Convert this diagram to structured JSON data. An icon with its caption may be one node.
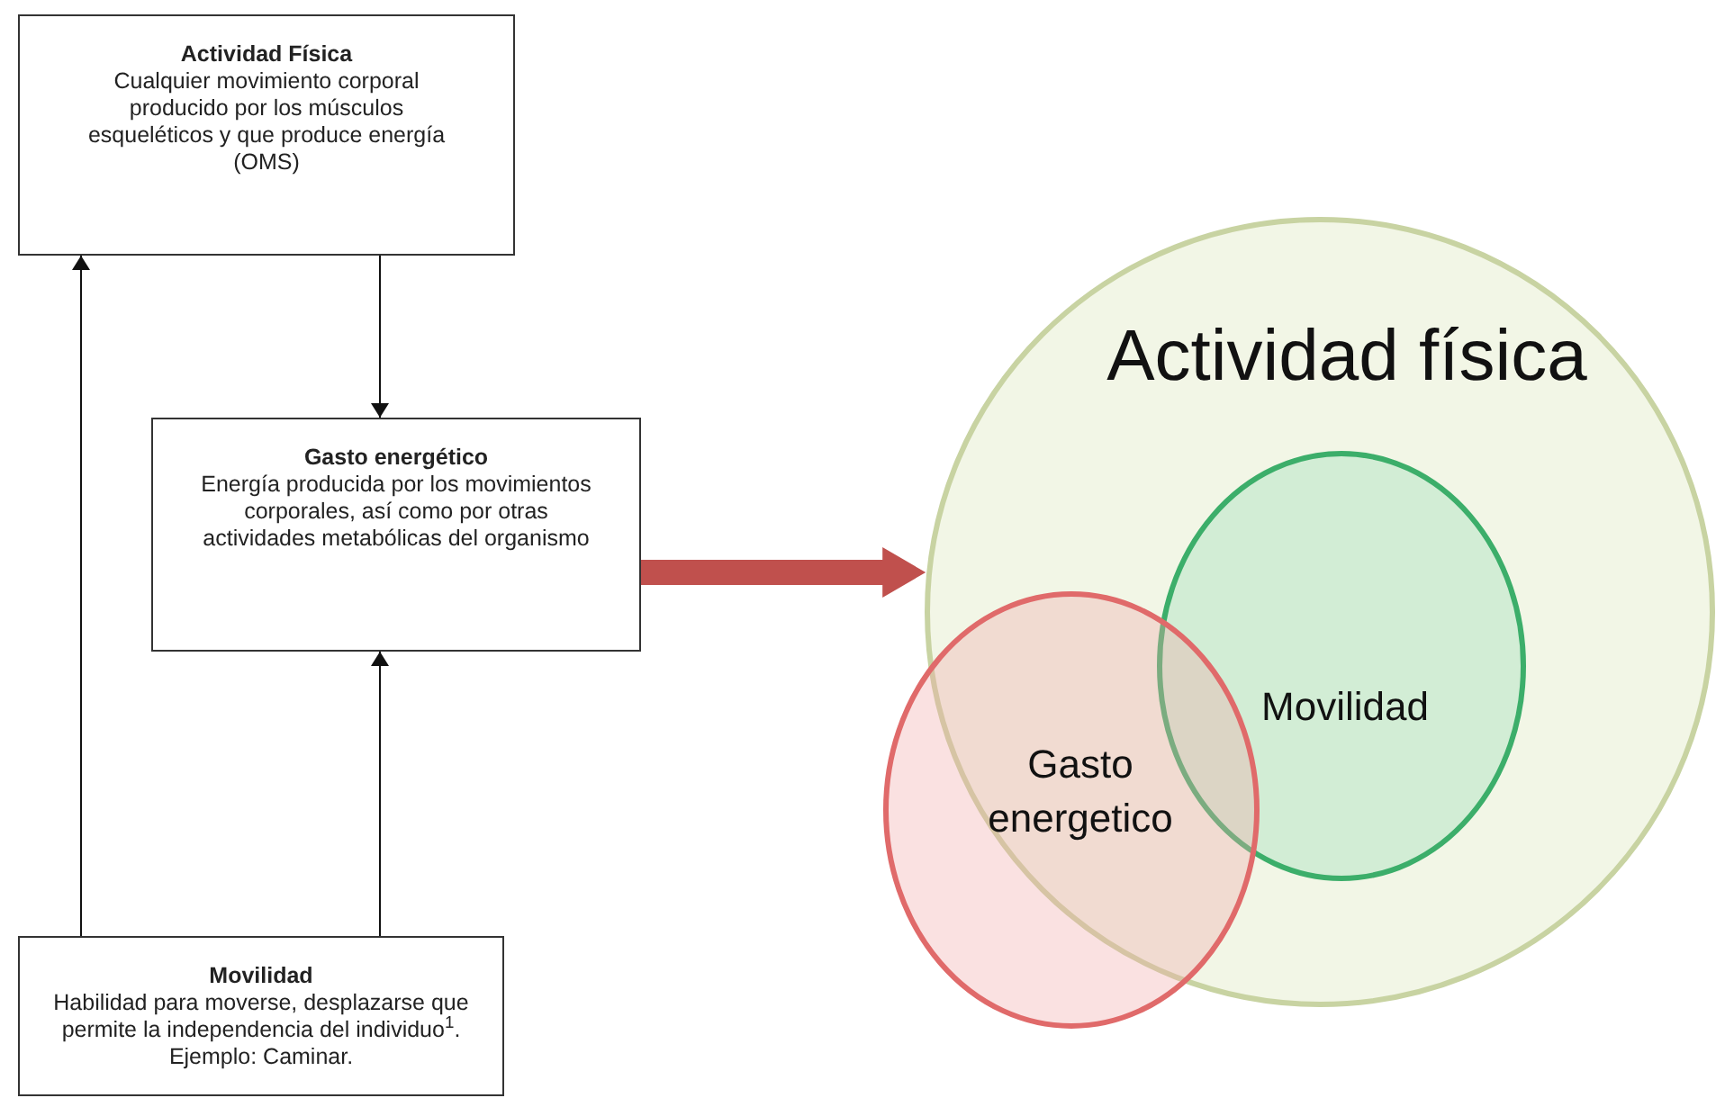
{
  "diagram": {
    "nodes": [
      {
        "text": [
          "Actividad Física",
          "Cualquier movimiento corporal producido por los músculos esqueléticos y que produce energía (OMS)"
        ]
      },
      {
        "text": [
          "Gasto energético",
          "Energía producida por los movimientos corporales, así como por otras actividades metabólicas del organismo"
        ]
      },
      {
        "text": [
          "Movilidad",
          "Habilidad para moverse, desplazarse que permite la independencia del individuo$^{1}$. Ejemplo: Caminar."
        ]
      },
      {
        "text": [
          "Actividad física"
        ]
      },
      {
        "text": [
          "Movilidad"
        ],
        "in": 3
      },
      {
        "text": [
          "Gasto energetico"
        ]
      }
    ],
    "edges": [
      {
        "from": 0,
        "to": 1,
        "arrow": "to"
      },
      {
        "from": 2,
        "to": 1,
        "arrow": "to"
      },
      {
        "from": 2,
        "to": 0,
        "arrow": "to"
      },
      {
        "from": 1,
        "to": 3,
        "arrow": "to",
        "style": "thick",
        "color": "#c0504d"
      }
    ]
  }
}
